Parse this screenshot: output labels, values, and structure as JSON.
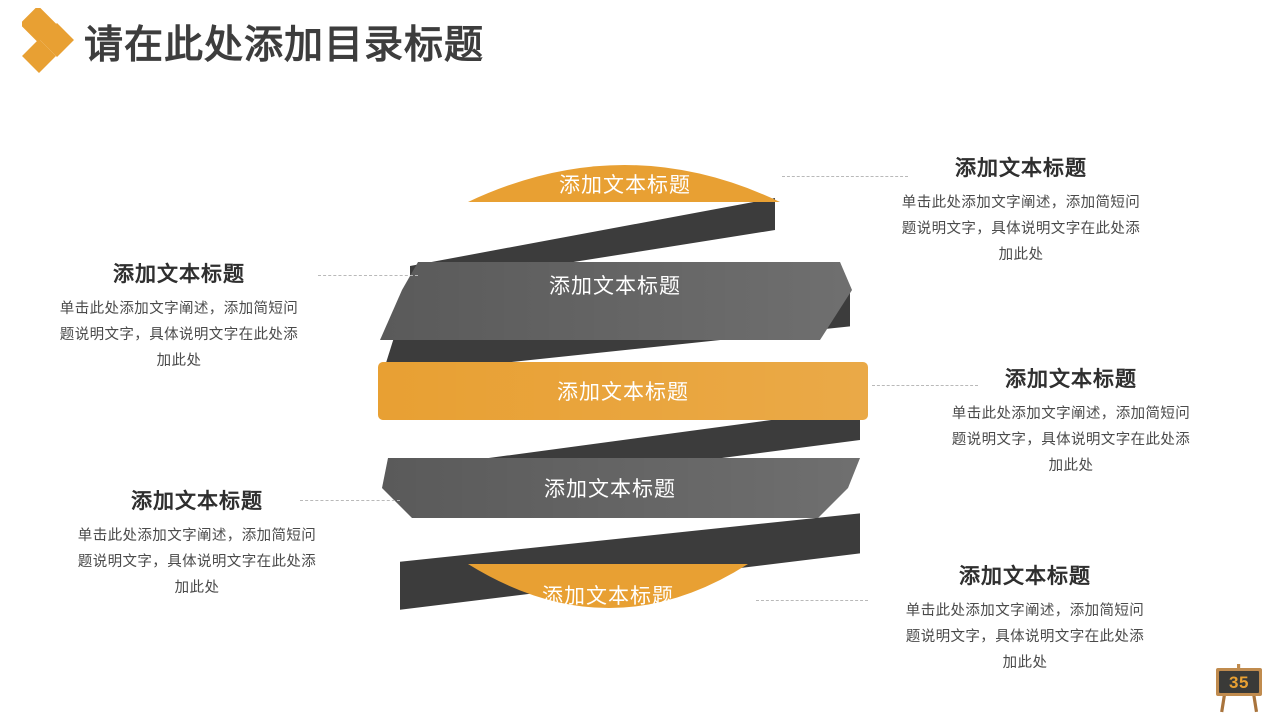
{
  "header": {
    "title": "请在此处添加目录标题",
    "logo_icon": "diamond-cluster-icon"
  },
  "theme": {
    "orange": "#E8A033",
    "orange_dark": "#D9922A",
    "gray_band": "#5A5A5A",
    "gray_band_light": "#656565",
    "fold_dark": "#3C3C3C",
    "connector": "#B9B9B9",
    "title_text": "#3D3D3D",
    "body_text": "#4A4A4A"
  },
  "ribbon": {
    "bands": [
      {
        "label": "添加文本标题",
        "color": "orange",
        "shape": "arc-up"
      },
      {
        "label": "添加文本标题",
        "color": "gray",
        "shape": "trapezoid-right"
      },
      {
        "label": "添加文本标题",
        "color": "orange",
        "shape": "rectangle"
      },
      {
        "label": "添加文本标题",
        "color": "gray",
        "shape": "trapezoid-left"
      },
      {
        "label": "添加文本标题",
        "color": "orange",
        "shape": "arc-down"
      }
    ]
  },
  "callouts": [
    {
      "side": "right",
      "title": "添加文本标题",
      "body_lines": [
        "单击此处添加文字阐述，添加简短问",
        "题说明文字，具体说明文字在此处添",
        "加此处"
      ]
    },
    {
      "side": "left",
      "title": "添加文本标题",
      "body_lines": [
        "单击此处添加文字阐述，添加简短问",
        "题说明文字，具体说明文字在此处添",
        "加此处"
      ]
    },
    {
      "side": "right",
      "title": "添加文本标题",
      "body_lines": [
        "单击此处添加文字阐述，添加简短问",
        "题说明文字，具体说明文字在此处添",
        "加此处"
      ]
    },
    {
      "side": "left",
      "title": "添加文本标题",
      "body_lines": [
        "单击此处添加文字阐述，添加简短问",
        "题说明文字，具体说明文字在此处添",
        "加此处"
      ]
    },
    {
      "side": "right",
      "title": "添加文本标题",
      "body_lines": [
        "单击此处添加文字阐述，添加简短问",
        "题说明文字，具体说明文字在此处添",
        "加此处"
      ]
    }
  ],
  "footer": {
    "page_number": "35",
    "badge_icon": "easel-blackboard-icon"
  }
}
